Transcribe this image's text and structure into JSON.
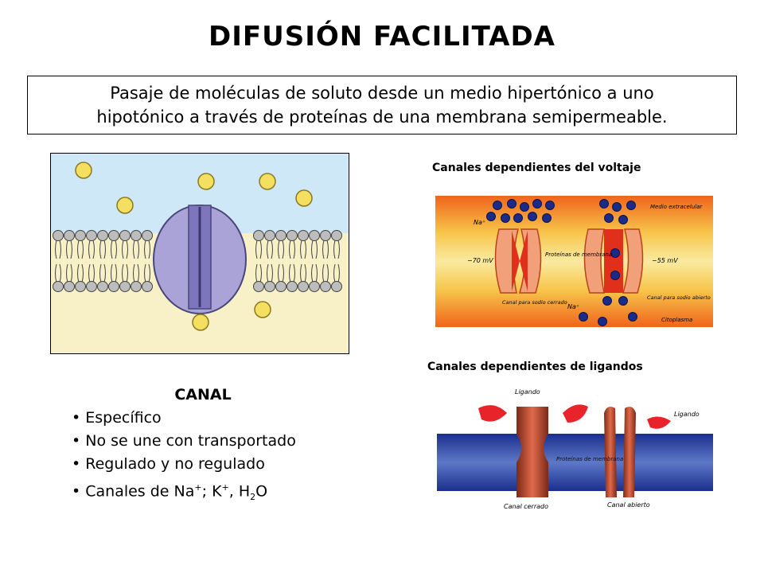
{
  "title": "DIFUSIÓN FACILITADA",
  "definition": {
    "line1": "Pasaje de moléculas de soluto desde un medio hipertónico a uno",
    "line2": "hipotónico a través de proteínas de una membrana semipermeable."
  },
  "voltage_panel": {
    "caption": "Canales dependientes del voltaje",
    "label_na_top": "Na⁺",
    "label_medio": "Medio extracelular",
    "label_minus70": "−70 mV",
    "label_proteinas": "Proteínas de membrana",
    "label_minus55": "−55 mV",
    "label_canal_cerrado": "Canal para sodio cerrado",
    "label_na_bottom": "Na⁺",
    "label_canal_abierto": "Canal para sodio abierto",
    "label_citoplasma": "Citoplasma"
  },
  "ligand_panel": {
    "caption": "Canales dependientes de ligandos",
    "label_ligando_1": "Ligando",
    "label_ligando_2": "Ligando",
    "label_proteinas": "Proteínas de membrana",
    "label_canal_cerrado": "Canal cerrado",
    "label_canal_abierto": "Canal abierto"
  },
  "canal_list": {
    "heading": "CANAL",
    "items": [
      "• Específico",
      "• No se une con transportado",
      "• Regulado y no regulado"
    ],
    "last_item": {
      "prefix": "• Canales de Na",
      "sup1": "+",
      "mid": "; K",
      "sup2": "+",
      "mid2": ", H",
      "sub": "2",
      "suffix": "O"
    }
  },
  "colors": {
    "upper_fluid": "#cfe8f7",
    "lower_fluid": "#f8f1c8",
    "channel": "#a9a3d8",
    "solute": "#f5df60",
    "cell_bg_orange": "#f26a1f",
    "cell_bg_yellow": "#f6e08a",
    "ligand_red": "#e8242a",
    "membrane_blue": "#1a2f8c"
  }
}
